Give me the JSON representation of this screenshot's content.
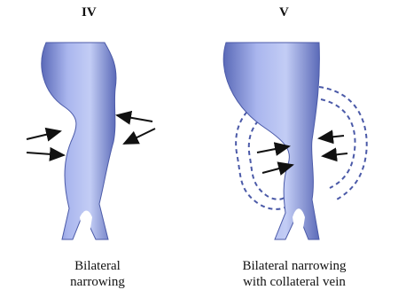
{
  "panels": [
    {
      "label": "IV",
      "caption_line1": "Bilateral",
      "caption_line2": "narrowing"
    },
    {
      "label": "V",
      "caption_line1": "Bilateral narrowing",
      "caption_line2": "with collateral vein"
    }
  ],
  "colors": {
    "vein_light": "#b8c4f0",
    "vein_mid": "#7f8fd8",
    "vein_dark": "#4b5aa8",
    "arrow": "#111111",
    "collateral": "#4b5aa8"
  },
  "icons": [
    "arrow-icon"
  ]
}
